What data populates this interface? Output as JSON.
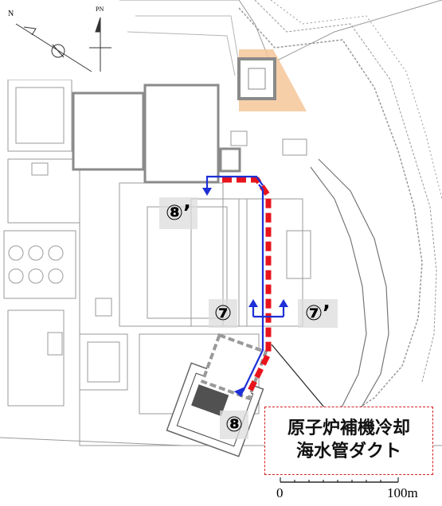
{
  "compass": {
    "north_label": "N",
    "plant_north_label": "PN"
  },
  "labels": {
    "point_7": "⑦",
    "point_7_prime": "⑦’",
    "point_8": "⑧",
    "point_8_prime": "⑧’"
  },
  "callout": {
    "line1": "原子炉補機冷却",
    "line2": "海水管ダクト"
  },
  "scale": {
    "start": "0",
    "end": "100m"
  },
  "colors": {
    "duct_route": "#e8141c",
    "flow_arrow": "#1d2fd6",
    "highlight_area": "#f5c79a",
    "structure": "#8c8c8c"
  }
}
